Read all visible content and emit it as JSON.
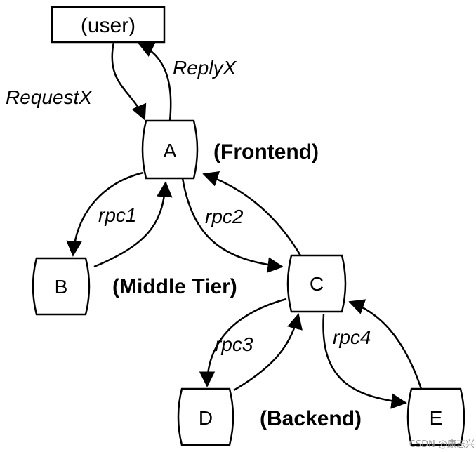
{
  "diagram": {
    "nodes": {
      "user": "(user)",
      "A": "A",
      "B": "B",
      "C": "C",
      "D": "D",
      "E": "E"
    },
    "edges": {
      "request": "RequestX",
      "reply": "ReplyX",
      "rpc1": "rpc1",
      "rpc2": "rpc2",
      "rpc3": "rpc3",
      "rpc4": "rpc4"
    },
    "tiers": {
      "frontend": "(Frontend)",
      "middle": "(Middle Tier)",
      "backend": "(Backend)"
    },
    "watermark": "CSDN @康志兴"
  },
  "colors": {
    "stroke": "#000000",
    "background": "#ffffff",
    "watermark": "#9a9a9a"
  }
}
